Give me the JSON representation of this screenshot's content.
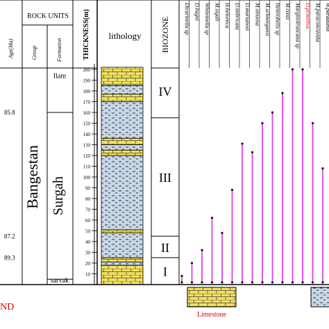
{
  "header": {
    "rock_units": "ROCK UNITS",
    "age": "Age(Ma)",
    "group": "Group",
    "formation": "Formation",
    "thickness": "THICKNESS(m)",
    "lithology": "lithology",
    "biozone": "BIOZONE"
  },
  "group_name": "Bangestan",
  "formations": [
    {
      "name": "Ilam",
      "from_m": 160,
      "to_m": 205
    },
    {
      "name": "Surgah",
      "from_m": 5,
      "to_m": 160
    },
    {
      "name": "sarvak",
      "from_m": 0,
      "to_m": 5
    }
  ],
  "ages": [
    {
      "label": "85.8",
      "at_m": 160
    },
    {
      "label": "87.2",
      "at_m": 45
    },
    {
      "label": "89.3",
      "at_m": 25
    }
  ],
  "thickness_ticks": [
    "10",
    "20",
    "30",
    "40",
    "50",
    "60",
    "70",
    "80",
    "90",
    "100",
    "110",
    "120",
    "130",
    "140",
    "150",
    "160",
    "170",
    "180",
    "190",
    "200"
  ],
  "biozones": [
    {
      "label": "IV",
      "from_m": 155,
      "to_m": 205
    },
    {
      "label": "III",
      "from_m": 45,
      "to_m": 155
    },
    {
      "label": "II",
      "from_m": 25,
      "to_m": 45
    },
    {
      "label": "I",
      "from_m": 0,
      "to_m": 25
    }
  ],
  "lithology_layers": [
    {
      "type": "limestone",
      "from_m": 0,
      "to_m": 18
    },
    {
      "type": "marl",
      "from_m": 18,
      "to_m": 21
    },
    {
      "type": "limestone",
      "from_m": 21,
      "to_m": 25
    },
    {
      "type": "marl",
      "from_m": 25,
      "to_m": 48
    },
    {
      "type": "limestone",
      "from_m": 48,
      "to_m": 51
    },
    {
      "type": "marl",
      "from_m": 51,
      "to_m": 120
    },
    {
      "type": "limestone",
      "from_m": 120,
      "to_m": 125
    },
    {
      "type": "marl",
      "from_m": 125,
      "to_m": 130
    },
    {
      "type": "limestone",
      "from_m": 130,
      "to_m": 136
    },
    {
      "type": "marl",
      "from_m": 136,
      "to_m": 170
    },
    {
      "type": "limestone",
      "from_m": 170,
      "to_m": 177
    },
    {
      "type": "marl",
      "from_m": 177,
      "to_m": 185
    },
    {
      "type": "limestone",
      "from_m": 185,
      "to_m": 202
    }
  ],
  "species": [
    {
      "name": "Dicarinella sp",
      "from_m": 2,
      "to_m": 8,
      "red": false
    },
    {
      "name": "D.hagni",
      "from_m": 2,
      "to_m": 20,
      "red": false
    },
    {
      "name": "Whiteinella sp",
      "from_m": 2,
      "to_m": 32,
      "red": false
    },
    {
      "name": "M.sigali",
      "from_m": 2,
      "to_m": 62,
      "red": false
    },
    {
      "name": "H.helvetica",
      "from_m": 2,
      "to_m": 48,
      "red": false
    },
    {
      "name": "D.imbricata",
      "from_m": 2,
      "to_m": 88,
      "red": false
    },
    {
      "name": "D.marianosi",
      "from_m": 2,
      "to_m": 131,
      "red": false
    },
    {
      "name": "M.sinuosa",
      "from_m": 2,
      "to_m": 123,
      "red": false
    },
    {
      "name": "M.schneegansi",
      "from_m": 2,
      "to_m": 150,
      "red": false
    },
    {
      "name": "Heterohelix sp",
      "from_m": 2,
      "to_m": 160,
      "red": false
    },
    {
      "name": "M.renzi",
      "from_m": 2,
      "to_m": 178,
      "red": false
    },
    {
      "name": "Marginotruncana sp",
      "from_m": 2,
      "to_m": 200,
      "red": false
    },
    {
      "name": "D.primitiva",
      "from_m": 2,
      "to_m": 200,
      "red": true
    },
    {
      "name": "M.paraconcavata",
      "from_m": 2,
      "to_m": 150,
      "red": false
    },
    {
      "name": "W.paradubia",
      "from_m": 2,
      "to_m": 108,
      "red": false
    }
  ],
  "legend": {
    "title": "ND",
    "items": [
      {
        "type": "limestone",
        "label": "Limestone"
      },
      {
        "type": "marl",
        "label": ""
      }
    ]
  },
  "colors": {
    "limestone": "#f2e05a",
    "marl": "#c7d7e8",
    "range_line": "#e040e8",
    "red_text": "#e00000"
  }
}
